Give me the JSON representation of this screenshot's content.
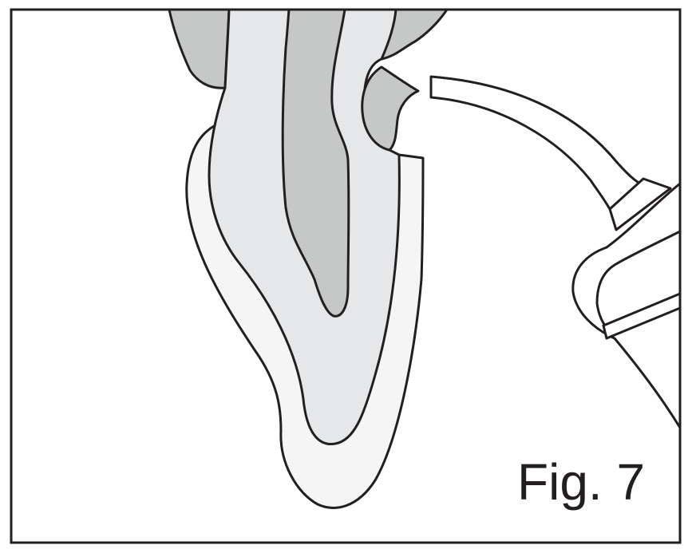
{
  "figure": {
    "caption": "Fig. 7"
  },
  "colors": {
    "ink": "#231f20",
    "dark_gray": "#c6c8c8",
    "mid_gray": "#e6e7e8",
    "light_gray": "#f5f5f5",
    "background": "#ffffff"
  },
  "parts": [
    "gingiva",
    "root-outer-layer",
    "dentin",
    "pulp",
    "calculus-deposit",
    "scaler-tip",
    "handpiece"
  ]
}
